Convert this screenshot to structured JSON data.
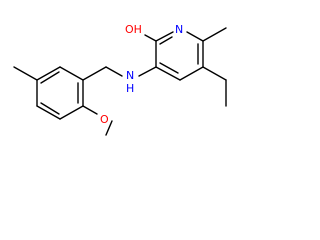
{
  "molecule": {
    "atoms": {
      "hydroxyl": "OH",
      "ring_nitrogen": "N",
      "amine_n": "N",
      "amine_h": "H",
      "methoxy_o": "O"
    },
    "colors": {
      "bond": "#000000",
      "nitrogen": "#0000ff",
      "oxygen": "#ff0000",
      "carbon": "#000000"
    }
  }
}
